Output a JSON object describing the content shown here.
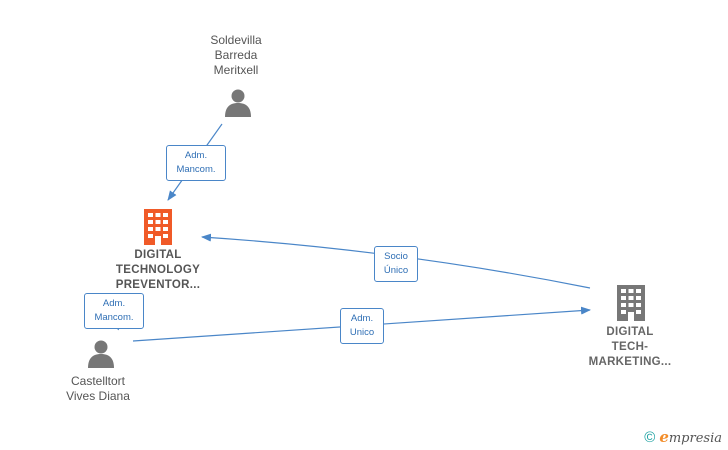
{
  "nodes": {
    "soldevilla": {
      "label": "Soldevilla\nBarreda\nMeritxell",
      "icon": "person-icon"
    },
    "castelltort": {
      "label": "Castelltort\nVives Diana",
      "icon": "person-icon"
    },
    "digital_preventor": {
      "label": "DIGITAL\nTECHNOLOGY\nPREVENTOR...",
      "icon": "building-icon",
      "color": "#f05a28"
    },
    "digital_marketing": {
      "label": "DIGITAL\nTECH-\nMARKETING...",
      "icon": "building-icon",
      "color": "#777777"
    }
  },
  "edges": {
    "soldevilla_preventor": "Adm.\nMancom.",
    "castelltort_preventor": "Adm.\nMancom.",
    "marketing_preventor": "Socio\nÚnico",
    "castelltort_marketing": "Adm.\nUnico"
  },
  "colors": {
    "edge": "#4a86c8",
    "person": "#777777"
  },
  "footer": {
    "copyright": "©",
    "brand_e": "e",
    "brand": "mpresia"
  }
}
